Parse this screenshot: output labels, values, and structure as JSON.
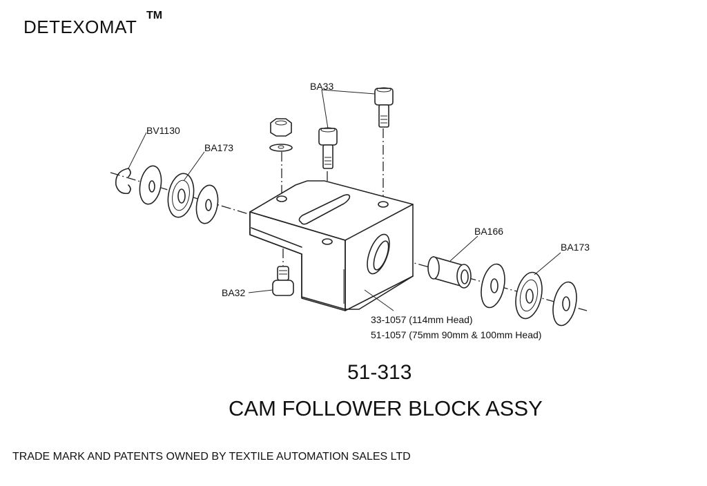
{
  "header": {
    "brand": "DETEXOMAT",
    "trademark": "TM"
  },
  "diagram": {
    "part_number": "51-313",
    "title": "CAM FOLLOWER BLOCK ASSY",
    "callouts": {
      "bv1130": "BV1130",
      "ba173_left": "BA173",
      "ba33": "BA33",
      "ba166": "BA166",
      "ba173_right": "BA173",
      "ba32": "BA32",
      "block_variant_1": "33-1057 (114mm Head)",
      "block_variant_2": "51-1057 (75mm 90mm & 100mm Head)"
    }
  },
  "footer": {
    "notice": "TRADE MARK AND PATENTS OWNED BY TEXTILE AUTOMATION SALES LTD"
  }
}
